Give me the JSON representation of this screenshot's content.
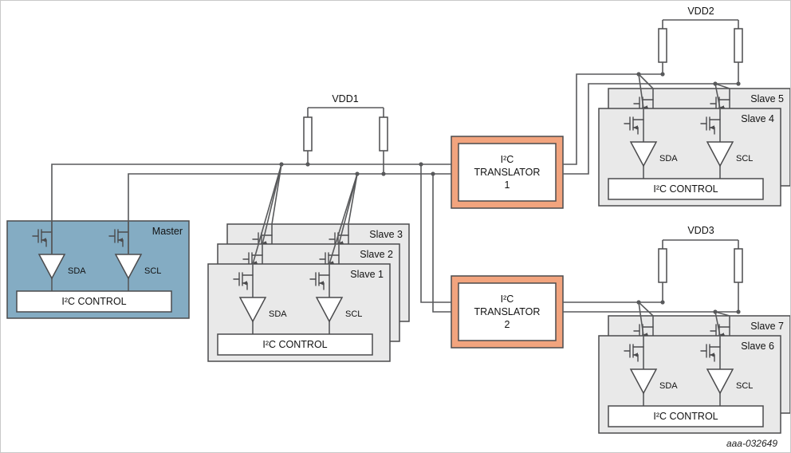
{
  "figure": {
    "watermark": "aaa-032649"
  },
  "power": {
    "vdd1": "VDD1",
    "vdd2": "VDD2",
    "vdd3": "VDD3"
  },
  "translators": {
    "t1": {
      "line1": "I²C",
      "line2": "TRANSLATOR",
      "line3": "1"
    },
    "t2": {
      "line1": "I²C",
      "line2": "TRANSLATOR",
      "line3": "2"
    }
  },
  "device_common": {
    "sda_label": "SDA",
    "scl_label": "SCL",
    "control_label": "I²C CONTROL"
  },
  "devices": {
    "master": {
      "label": "Master"
    },
    "slave1": {
      "label": "Slave 1"
    },
    "slave2": {
      "label": "Slave 2"
    },
    "slave3": {
      "label": "Slave 3"
    },
    "slave4": {
      "label": "Slave 4"
    },
    "slave5": {
      "label": "Slave 5"
    },
    "slave6": {
      "label": "Slave 6"
    },
    "slave7": {
      "label": "Slave 7"
    }
  },
  "colors": {
    "master_fill": "#84ACC3",
    "slave_fill": "#E9E9E9",
    "translator_fill": "#F2A47E",
    "wire": "#58595B"
  }
}
